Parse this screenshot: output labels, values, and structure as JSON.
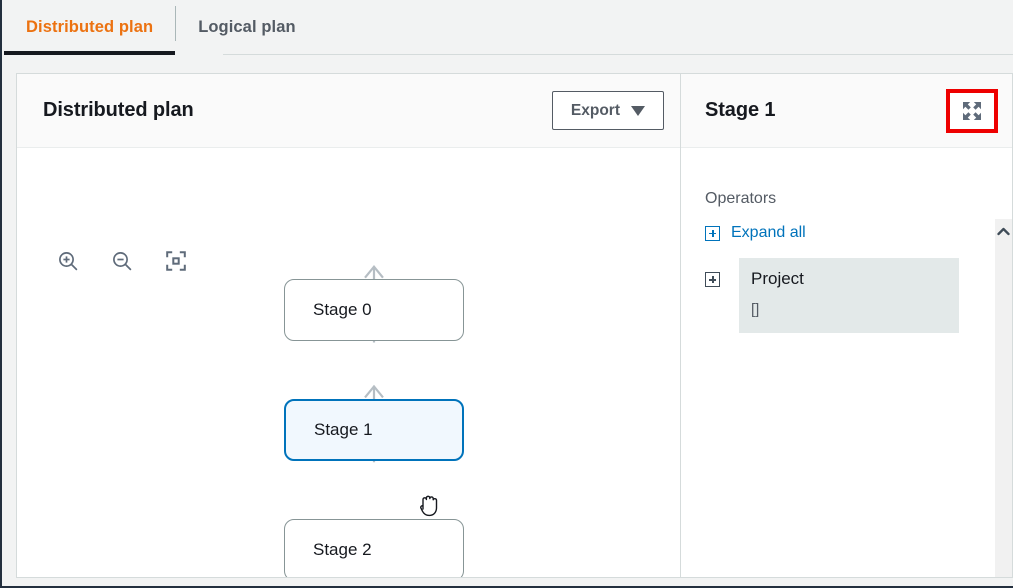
{
  "tabs": [
    {
      "label": "Distributed plan",
      "active": true
    },
    {
      "label": "Logical plan",
      "active": false
    }
  ],
  "left_panel": {
    "title": "Distributed plan",
    "export_button": "Export",
    "toolbar": [
      {
        "name": "zoom-in-icon"
      },
      {
        "name": "zoom-out-icon"
      },
      {
        "name": "fit-to-screen-icon"
      }
    ],
    "graph": {
      "nodes": [
        {
          "label": "Stage 0",
          "selected": false
        },
        {
          "label": "Stage 1",
          "selected": true
        },
        {
          "label": "Stage 2",
          "selected": false
        }
      ],
      "edges": [
        {
          "from": "Stage 1",
          "to": "Stage 0"
        },
        {
          "from": "Stage 2",
          "to": "Stage 1"
        }
      ]
    }
  },
  "right_panel": {
    "title": "Stage 1",
    "expand_icon": "expand-fullscreen-icon",
    "operators_label": "Operators",
    "expand_all_label": "Expand all",
    "operators": [
      {
        "name": "Project",
        "detail": "[]"
      }
    ]
  },
  "colors": {
    "accent_orange": "#ec7211",
    "link_blue": "#0073bb",
    "selected_node_border": "#0073bb",
    "selected_node_fill": "#f1f8fe",
    "annotation_red": "#ee0000",
    "tab_underline": "#16191f"
  }
}
